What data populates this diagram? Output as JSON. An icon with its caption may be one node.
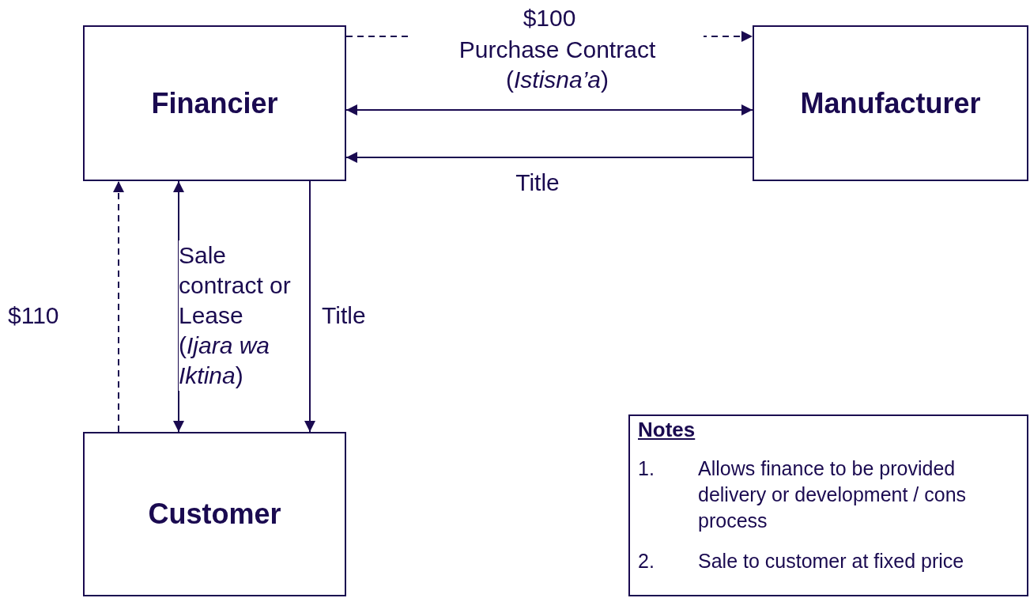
{
  "diagram": {
    "nodes": [
      {
        "text": [
          "Financier"
        ]
      },
      {
        "text": [
          "Manufacturer"
        ]
      },
      {
        "text": [
          "Customer"
        ]
      },
      {
        "text": [
          "Notes",
          "1.",
          "Allows finance to be provided delivery or development / cons process",
          "2.",
          "Sale to customer at fixed price"
        ]
      }
    ],
    "edges": [
      {
        "from": 0,
        "to": 1,
        "arrow": "to",
        "style": "dashed",
        "label": "$100"
      },
      {
        "from": 0,
        "to": 1,
        "arrow": "both",
        "label": "Purchase Contract (*Istisna’a*)"
      },
      {
        "from": 1,
        "to": 0,
        "arrow": "to",
        "label": "Title"
      },
      {
        "from": 2,
        "to": 0,
        "arrow": "to",
        "style": "dashed",
        "label": "$110"
      },
      {
        "from": 0,
        "to": 2,
        "arrow": "both",
        "label": "Sale contract or Lease (*Ijara wa Iktina*)"
      },
      {
        "from": 0,
        "to": 2,
        "arrow": "to",
        "label": "Title"
      }
    ]
  }
}
